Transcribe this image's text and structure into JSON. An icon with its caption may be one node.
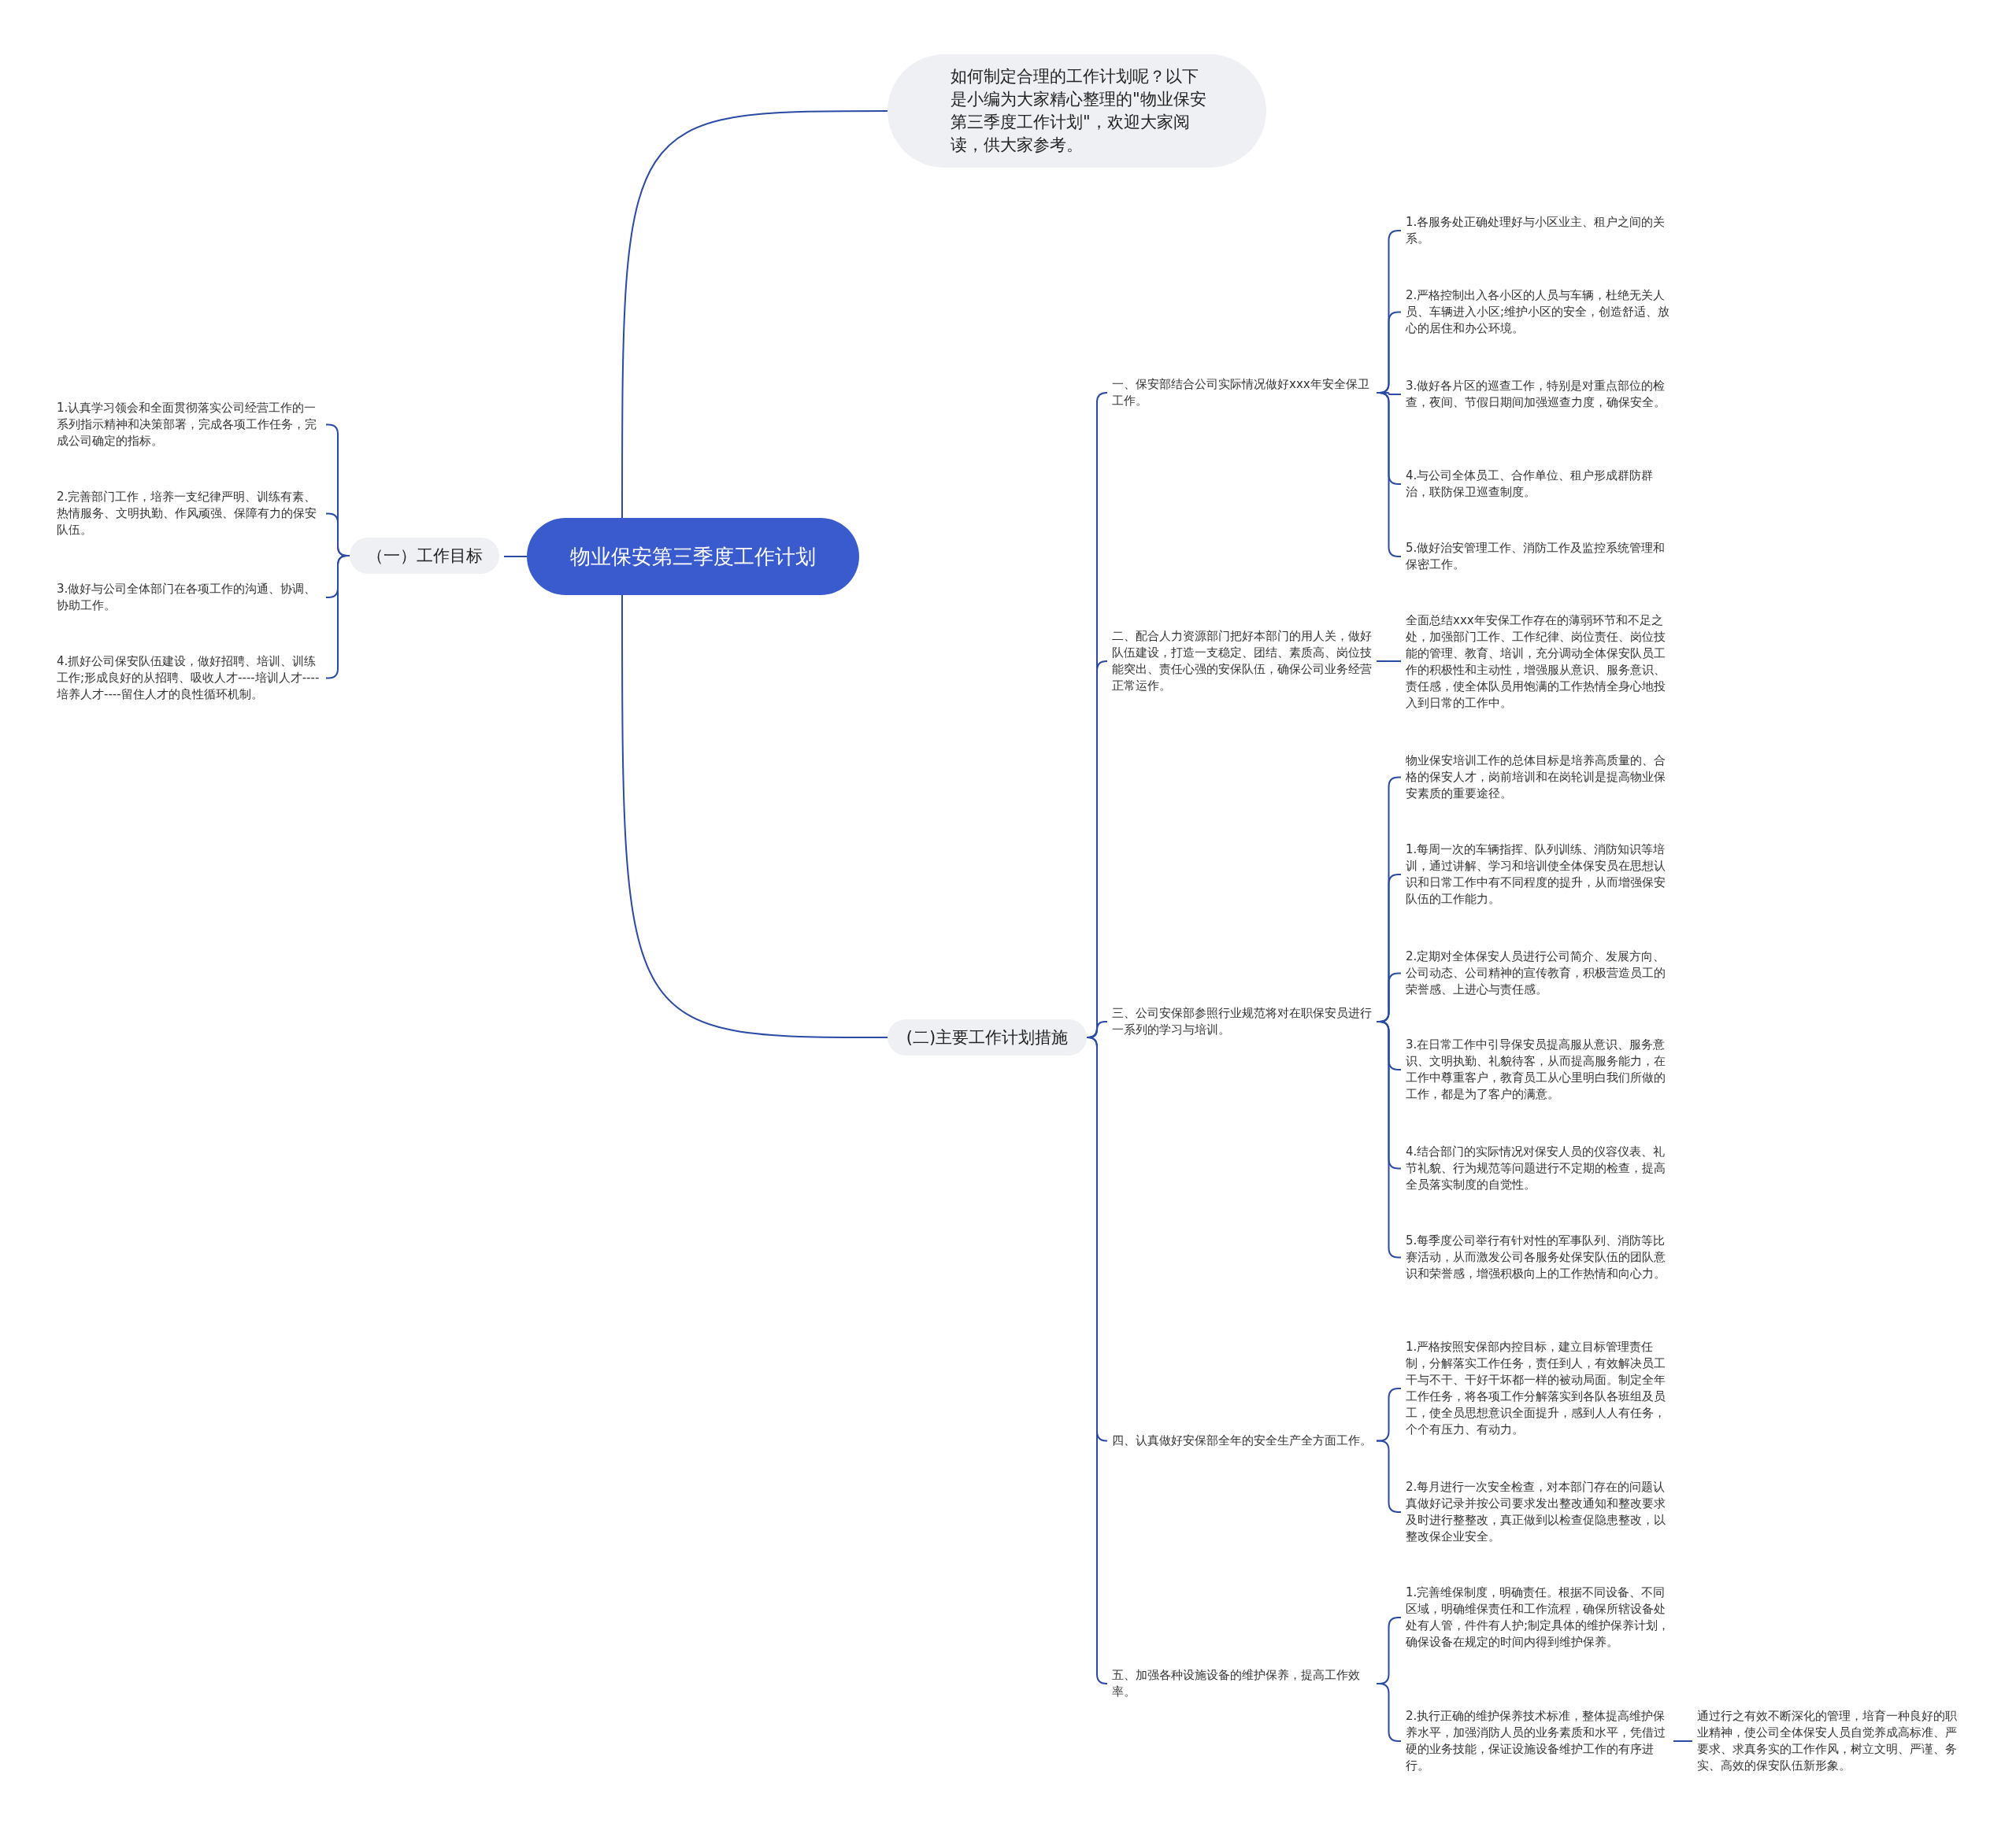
{
  "diagram": {
    "nodes": [
      {
        "text": [
          "物业保安第三季度工作计划"
        ]
      },
      {
        "text": [
          "如何制定合理的工作计划呢？以下是小编为大家精心整理的\"物业保安第三季度工作计划\"，欢迎大家阅读，供大家参考。"
        ]
      },
      {
        "text": [
          "（一）工作目标"
        ]
      },
      {
        "text": [
          "1.认真学习领会和全面贯彻落实公司经营工作的一系列指示精神和决策部署，完成各项工作任务，完成公司确定的指标。"
        ]
      },
      {
        "text": [
          "2.完善部门工作，培养一支纪律严明、训练有素、热情服务、文明执勤、作风顽强、保障有力的保安队伍。"
        ]
      },
      {
        "text": [
          "3.做好与公司全体部门在各项工作的沟通、协调、协助工作。"
        ]
      },
      {
        "text": [
          "4.抓好公司保安队伍建设，做好招聘、培训、训练工作;形成良好的从招聘、吸收人才----培训人才----培养人才----留住人才的良性循环机制。"
        ]
      },
      {
        "text": [
          "(二)主要工作计划措施"
        ]
      },
      {
        "text": [
          "一、保安部结合公司实际情况做好xxx年安全保卫工作。"
        ]
      },
      {
        "text": [
          "二、配合人力资源部门把好本部门的用人关，做好队伍建设，打造一支稳定、团结、素质高、岗位技能突出、责任心强的安保队伍，确保公司业务经营正常运作。"
        ]
      },
      {
        "text": [
          "三、公司安保部参照行业规范将对在职保安员进行一系列的学习与培训。"
        ]
      },
      {
        "text": [
          "四、认真做好安保部全年的安全生产全方面工作。"
        ]
      },
      {
        "text": [
          "五、加强各种设施设备的维护保养，提高工作效率。"
        ]
      },
      {
        "text": [
          "1.各服务处正确处理好与小区业主、租户之间的关系。"
        ]
      },
      {
        "text": [
          "2.严格控制出入各小区的人员与车辆，杜绝无关人员、车辆进入小区;维护小区的安全，创造舒适、放心的居住和办公环境。"
        ]
      },
      {
        "text": [
          "3.做好各片区的巡查工作，特别是对重点部位的检查，夜间、节假日期间加强巡查力度，确保安全。"
        ]
      },
      {
        "text": [
          "4.与公司全体员工、合作单位、租户形成群防群治，联防保卫巡查制度。"
        ]
      },
      {
        "text": [
          "5.做好治安管理工作、消防工作及监控系统管理和保密工作。"
        ]
      },
      {
        "text": [
          "全面总结xxx年安保工作存在的薄弱环节和不足之处，加强部门工作、工作纪律、岗位责任、岗位技能的管理、教育、培训，充分调动全体保安队员工作的积极性和主动性，增强服从意识、服务意识、责任感，使全体队员用饱满的工作热情全身心地投入到日常的工作中。"
        ]
      },
      {
        "text": [
          "物业保安培训工作的总体目标是培养高质量的、合格的保安人才，岗前培训和在岗轮训是提高物业保安素质的重要途径。"
        ]
      },
      {
        "text": [
          "1.每周一次的车辆指挥、队列训练、消防知识等培训，通过讲解、学习和培训使全体保安员在思想认识和日常工作中有不同程度的提升，从而增强保安队伍的工作能力。"
        ]
      },
      {
        "text": [
          "2.定期对全体保安人员进行公司简介、发展方向、公司动态、公司精神的宣传教育，积极营造员工的荣誉感、上进心与责任感。"
        ]
      },
      {
        "text": [
          "3.在日常工作中引导保安员提高服从意识、服务意识、文明执勤、礼貌待客，从而提高服务能力，在工作中尊重客户，教育员工从心里明白我们所做的工作，都是为了客户的满意。"
        ]
      },
      {
        "text": [
          "4.结合部门的实际情况对保安人员的仪容仪表、礼节礼貌、行为规范等问题进行不定期的检查，提高全员落实制度的自觉性。"
        ]
      },
      {
        "text": [
          "5.每季度公司举行有针对性的军事队列、消防等比赛活动，从而激发公司各服务处保安队伍的团队意识和荣誉感，增强积极向上的工作热情和向心力。"
        ]
      },
      {
        "text": [
          "1.严格按照安保部内控目标，建立目标管理责任制，分解落实工作任务，责任到人，有效解决员工干与不干、干好干坏都一样的被动局面。制定全年工作任务，将各项工作分解落实到各队各班组及员工，使全员思想意识全面提升，感到人人有任务，个个有压力、有动力。"
        ]
      },
      {
        "text": [
          "2.每月进行一次安全检查，对本部门存在的问题认真做好记录并按公司要求发出整改通知和整改要求及时进行整整改，真正做到以检查促隐患整改，以整改保企业安全。"
        ]
      },
      {
        "text": [
          "1.完善维保制度，明确责任。根据不同设备、不同区域，明确维保责任和工作流程，确保所辖设备处处有人管，件件有人护;制定具体的维护保养计划，确保设备在规定的时间内得到维护保养。"
        ]
      },
      {
        "text": [
          "2.执行正确的维护保养技术标准，整体提高维护保养水平，加强消防人员的业务素质和水平，凭借过硬的业务技能，保证设施设备维护工作的有序进行。"
        ]
      },
      {
        "text": [
          "通过行之有效不断深化的管理，培育一种良好的职业精神，使公司全体保安人员自觉养成高标准、严要求、求真务实的工作作风，树立文明、严谨、务实、高效的保安队伍新形象。"
        ]
      }
    ],
    "edges": [
      {
        "from": 0,
        "to": 1,
        "arrow": "none"
      },
      {
        "from": 0,
        "to": 2,
        "arrow": "none"
      },
      {
        "from": 2,
        "to": 3,
        "arrow": "none"
      },
      {
        "from": 2,
        "to": 4,
        "arrow": "none"
      },
      {
        "from": 2,
        "to": 5,
        "arrow": "none"
      },
      {
        "from": 2,
        "to": 6,
        "arrow": "none"
      },
      {
        "from": 0,
        "to": 7,
        "arrow": "none"
      },
      {
        "from": 7,
        "to": 8,
        "arrow": "none"
      },
      {
        "from": 7,
        "to": 9,
        "arrow": "none"
      },
      {
        "from": 7,
        "to": 10,
        "arrow": "none"
      },
      {
        "from": 7,
        "to": 11,
        "arrow": "none"
      },
      {
        "from": 7,
        "to": 12,
        "arrow": "none"
      },
      {
        "from": 8,
        "to": 13,
        "arrow": "none"
      },
      {
        "from": 8,
        "to": 14,
        "arrow": "none"
      },
      {
        "from": 8,
        "to": 15,
        "arrow": "none"
      },
      {
        "from": 8,
        "to": 16,
        "arrow": "none"
      },
      {
        "from": 8,
        "to": 17,
        "arrow": "none"
      },
      {
        "from": 9,
        "to": 18,
        "arrow": "none"
      },
      {
        "from": 10,
        "to": 19,
        "arrow": "none"
      },
      {
        "from": 10,
        "to": 20,
        "arrow": "none"
      },
      {
        "from": 10,
        "to": 21,
        "arrow": "none"
      },
      {
        "from": 10,
        "to": 22,
        "arrow": "none"
      },
      {
        "from": 10,
        "to": 23,
        "arrow": "none"
      },
      {
        "from": 10,
        "to": 24,
        "arrow": "none"
      },
      {
        "from": 11,
        "to": 25,
        "arrow": "none"
      },
      {
        "from": 11,
        "to": 26,
        "arrow": "none"
      },
      {
        "from": 12,
        "to": 27,
        "arrow": "none"
      },
      {
        "from": 12,
        "to": 28,
        "arrow": "none"
      },
      {
        "from": 28,
        "to": 29,
        "arrow": "none"
      }
    ]
  }
}
